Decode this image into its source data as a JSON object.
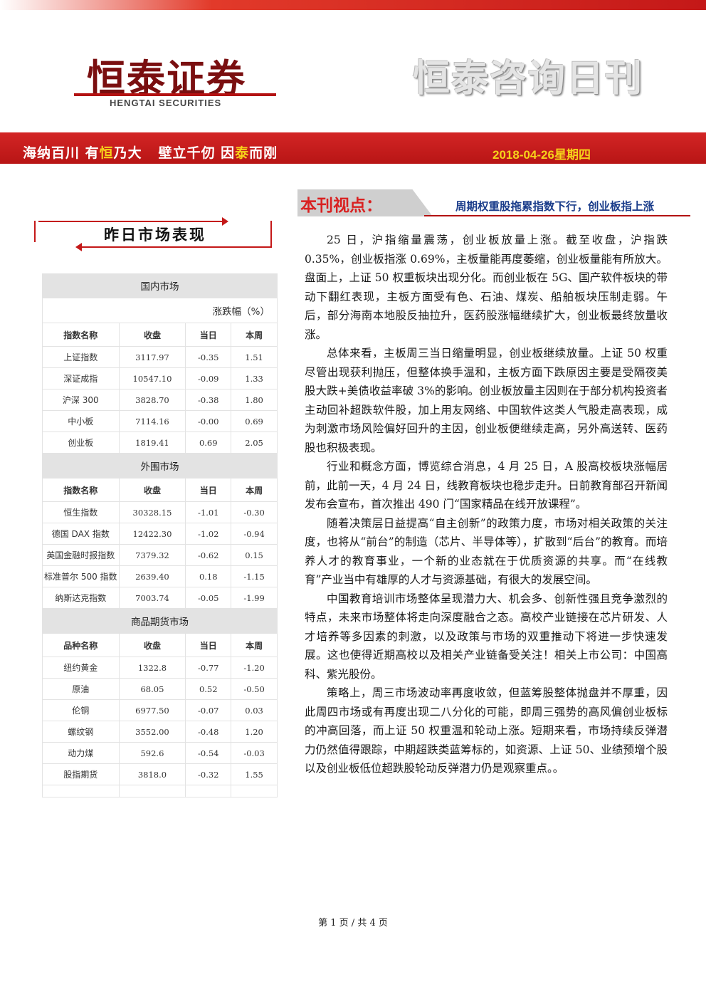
{
  "header": {
    "logo_cn": "恒泰证券",
    "logo_en": "HENGTAI SECURITIES",
    "publication": "恒泰咨询日刊",
    "motto": {
      "p1": "海纳百川 有",
      "h1": "恒",
      "p2": "乃大",
      "p3": "壁立千仞 因",
      "h2": "泰",
      "p4": "而刚"
    },
    "date": "2018-04-26",
    "weekday": "星期四"
  },
  "left": {
    "section_title": "昨日市场表现",
    "unit_label": "涨跌幅（%）",
    "domestic": {
      "title": "国内市场",
      "columns": [
        "指数名称",
        "收盘",
        "当日",
        "本周"
      ],
      "rows": [
        {
          "name": "上证指数",
          "close": "3117.97",
          "day": "-0.35",
          "week": "1.51"
        },
        {
          "name": "深证成指",
          "close": "10547.10",
          "day": "-0.09",
          "week": "1.33"
        },
        {
          "name": "沪深 300",
          "close": "3828.70",
          "day": "-0.38",
          "week": "1.80"
        },
        {
          "name": "中小板",
          "close": "7114.16",
          "day": "-0.00",
          "week": "0.69"
        },
        {
          "name": "创业板",
          "close": "1819.41",
          "day": "0.69",
          "week": "2.05"
        }
      ]
    },
    "overseas": {
      "title": "外围市场",
      "columns": [
        "指数名称",
        "收盘",
        "当日",
        "本周"
      ],
      "rows": [
        {
          "name": "恒生指数",
          "close": "30328.15",
          "day": "-1.01",
          "week": "-0.30"
        },
        {
          "name": "德国 DAX 指数",
          "close": "12422.30",
          "day": "-1.02",
          "week": "-0.94"
        },
        {
          "name": "英国金融时报指数",
          "close": "7379.32",
          "day": "-0.62",
          "week": "0.15"
        },
        {
          "name": "标准普尔 500 指数",
          "close": "2639.40",
          "day": "0.18",
          "week": "-1.15"
        },
        {
          "name": "纳斯达克指数",
          "close": "7003.74",
          "day": "-0.05",
          "week": "-1.99"
        }
      ]
    },
    "commodity": {
      "title": "商品期货市场",
      "columns": [
        "品种名称",
        "收盘",
        "当日",
        "本周"
      ],
      "rows": [
        {
          "name": "纽约黄金",
          "close": "1322.8",
          "day": "-0.77",
          "week": "-1.20"
        },
        {
          "name": "原油",
          "close": "68.05",
          "day": "0.52",
          "week": "-0.50"
        },
        {
          "name": "伦铜",
          "close": "6977.50",
          "day": "-0.07",
          "week": "0.03"
        },
        {
          "name": "螺纹钢",
          "close": "3552.00",
          "day": "-0.48",
          "week": "1.20"
        },
        {
          "name": "动力煤",
          "close": "592.6",
          "day": "-0.54",
          "week": "-0.03"
        },
        {
          "name": "股指期货",
          "close": "3818.0",
          "day": "-0.32",
          "week": "1.55"
        }
      ]
    }
  },
  "right": {
    "view_label": "本刊视点：",
    "headline": "周期权重股拖累指数下行，创业板指上涨",
    "paragraphs": [
      "25 日，沪指缩量震荡，创业板放量上涨。截至收盘，沪指跌 0.35%，创业板指涨 0.69%，主板量能再度萎缩，创业板量能有所放大。盘面上，上证 50 权重板块出现分化。而创业板在 5G、国产软件板块的带动下翻红表现，主板方面受有色、石油、煤炭、船舶板块压制走弱。午后，部分海南本地股反抽拉升，医药股涨幅继续扩大，创业板最终放量收涨。",
      "总体来看，主板周三当日缩量明显，创业板继续放量。上证 50 权重尽管出现获利抛压，但整体换手温和，主板方面下跌原因主要是受隔夜美股大跌+美债收益率破 3%的影响。创业板放量主因则在于部分机构投资者主动回补超跌软件股，加上用友网络、中国软件这类人气股走高表现，成为刺激市场风险偏好回升的主因，创业板便继续走高，另外高送转、医药股也积极表现。",
      "行业和概念方面，博览综合消息，4 月 25 日，A 股高校板块涨幅居前，此前一天，4 月 24 日，线教育板块也稳步走升。日前教育部召开新闻发布会宣布，首次推出 490 门“国家精品在线开放课程”。",
      "随着决策层日益提高“自主创新”的政策力度，市场对相关政策的关注度，也将从“前台”的制造（芯片、半导体等），扩散到“后台”的教育。而培养人才的教育事业，一个新的业态就在于优质资源的共享。而“在线教育”产业当中有雄厚的人才与资源基础，有很大的发展空间。",
      "中国教育培训市场整体呈现潜力大、机会多、创新性强且竞争激烈的特点，未来市场整体将走向深度融合之态。高校产业链接在芯片研发、人才培养等多因素的刺激，以及政策与市场的双重推动下将进一步快速发展。这也使得近期高校以及相关产业链备受关注！相关上市公司：中国高科、紫光股份。",
      "策略上，周三市场波动率再度收敛，但蓝筹股整体抛盘并不厚重，因此周四市场或有再度出现二八分化的可能，即周三强势的高风偏创业板标的冲高回落，而上证 50 权重温和轮动上涨。短期来看，市场持续反弹潜力仍然值得跟踪，中期超跌类蓝筹标的，如资源、上证 50、业绩预增个股以及创业板低位超跌股轮动反弹潜力仍是观察重点。。"
    ]
  },
  "footer": {
    "page_text": "第 1 页 / 共 4 页"
  }
}
